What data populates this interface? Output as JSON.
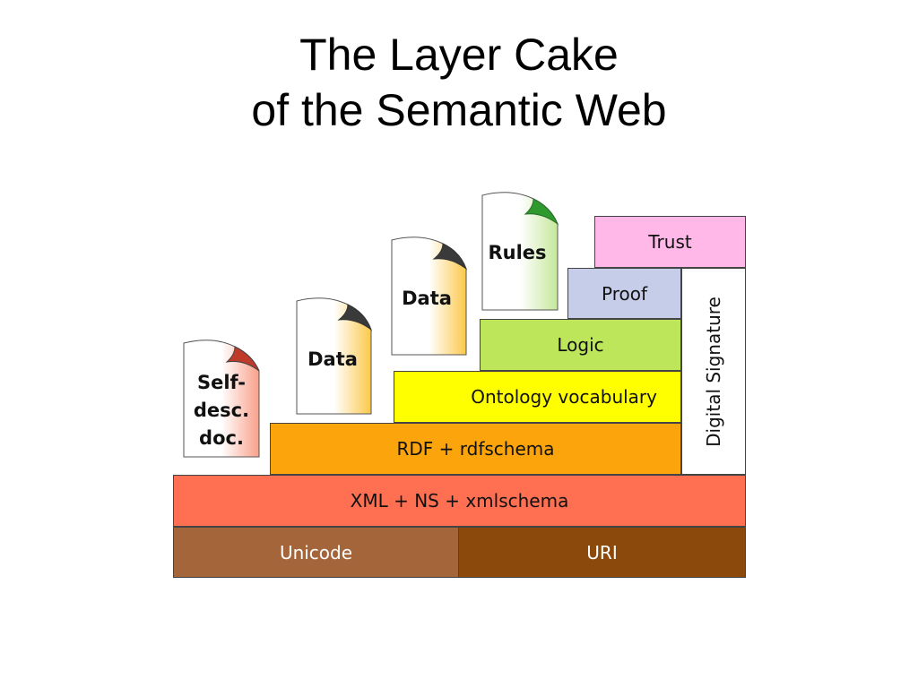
{
  "title": {
    "line1": "The Layer Cake",
    "line2": "of the Semantic Web"
  },
  "layers": {
    "unicode": "Unicode",
    "uri": "URI",
    "xml": "XML + NS + xmlschema",
    "rdf": "RDF + rdfschema",
    "ontology": "Ontology vocabulary",
    "logic": "Logic",
    "proof": "Proof",
    "trust": "Trust",
    "signature": "Digital Signature"
  },
  "documents": {
    "selfdesc": [
      "Self-",
      "desc.",
      "doc."
    ],
    "data1": "Data",
    "data2": "Data",
    "rules": "Rules"
  },
  "colors": {
    "unicode": "#a5653a",
    "uri": "#8b4a0c",
    "xml": "#ff6f52",
    "rdf": "#fca40c",
    "ontology": "#ffff00",
    "logic": "#bde65a",
    "proof": "#c5cde9",
    "trust": "#ffb8e8",
    "signature": "#ffffff"
  }
}
